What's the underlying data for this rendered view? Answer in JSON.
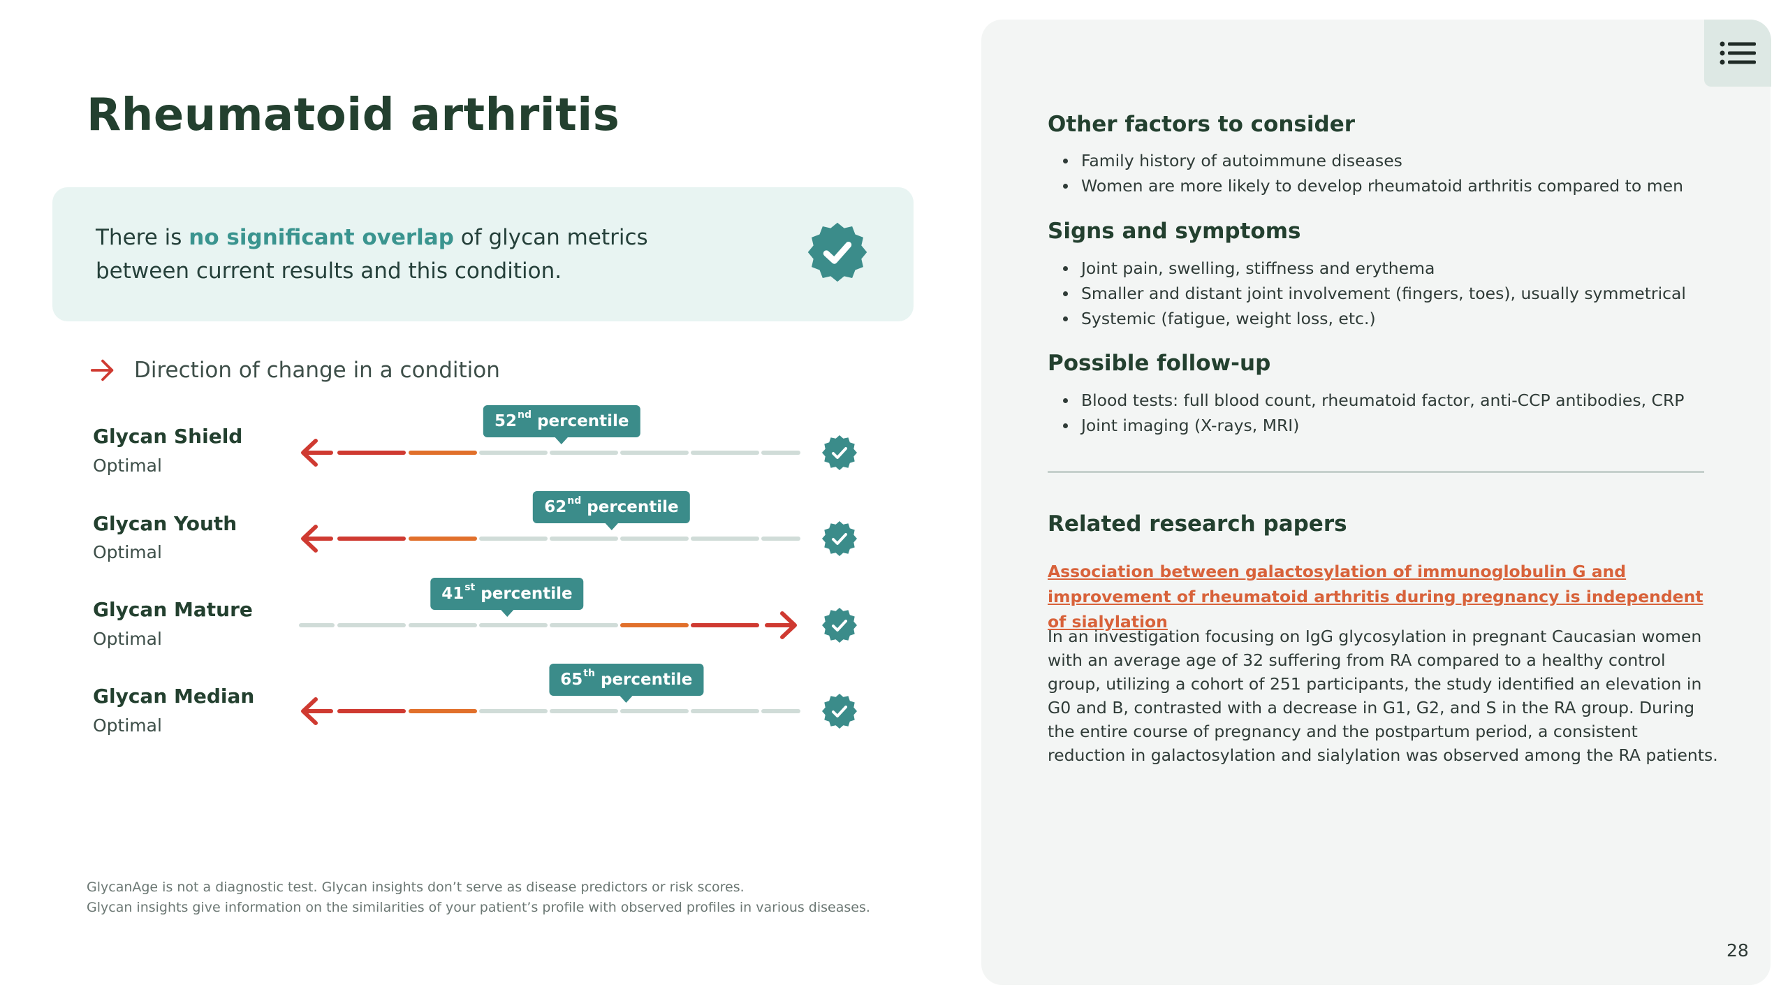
{
  "page": {
    "title": "Rheumatoid arthritis",
    "page_number": "28"
  },
  "summary": {
    "prefix": "There is ",
    "highlight": "no significant overlap",
    "suffix": " of glycan metrics between current results and this condition.",
    "badge_icon": "check-badge-icon"
  },
  "legend": {
    "label": "Direction of change in a condition",
    "icon": "arrow-right-icon"
  },
  "colors": {
    "red": "#cf3a31",
    "orange": "#e1702b",
    "gray": "#d0dcd8",
    "teal": "#3b8c8a"
  },
  "metrics": [
    {
      "name": "Glycan Shield",
      "status": "Optimal",
      "percentile_num": "52",
      "percentile_suffix": "nd",
      "percentile_word": "percentile",
      "percentile": 52,
      "direction": "left"
    },
    {
      "name": "Glycan Youth",
      "status": "Optimal",
      "percentile_num": "62",
      "percentile_suffix": "nd",
      "percentile_word": "percentile",
      "percentile": 62,
      "direction": "left"
    },
    {
      "name": "Glycan Mature",
      "status": "Optimal",
      "percentile_num": "41",
      "percentile_suffix": "st",
      "percentile_word": "percentile",
      "percentile": 41,
      "direction": "right"
    },
    {
      "name": "Glycan Median",
      "status": "Optimal",
      "percentile_num": "65",
      "percentile_suffix": "th",
      "percentile_word": "percentile",
      "percentile": 65,
      "direction": "left"
    }
  ],
  "disclaimer": {
    "line1": "GlycanAge is not a diagnostic test. Glycan insights don’t serve as disease predictors or risk scores.",
    "line2": "Glycan insights give information on the similarities of your patient’s profile with observed profiles in various diseases."
  },
  "right": {
    "menu_icon": "list-menu-icon",
    "other_factors": {
      "heading": "Other factors to consider",
      "items": [
        "Family history of autoimmune diseases",
        "Women are more likely to develop rheumatoid arthritis compared to men"
      ]
    },
    "signs": {
      "heading": "Signs and symptoms",
      "items": [
        "Joint pain, swelling, stiffness and erythema",
        "Smaller and distant joint involvement (fingers, toes), usually symmetrical",
        "Systemic (fatigue, weight loss, etc.)"
      ]
    },
    "followup": {
      "heading": "Possible follow-up",
      "items": [
        "Blood tests: full blood count, rheumatoid factor, anti-CCP antibodies, CRP",
        "Joint imaging (X-rays, MRI)"
      ]
    },
    "research": {
      "heading": "Related research papers",
      "link_text": "Association between galactosylation of immunoglobulin G and improvement of rheumatoid arthritis during pregnancy is independent of sialylation",
      "abstract": "In an investigation focusing on IgG glycosylation in pregnant Caucasian women with an average age of 32 suffering from RA compared to a healthy control group, utilizing a cohort of 251 participants, the study identified an elevation in G0 and B, contrasted with a decrease in G1, G2, and S in the RA group. During the entire course of pregnancy and the postpartum period, a consistent reduction in galactosylation and sialylation was observed among the RA patients."
    }
  }
}
